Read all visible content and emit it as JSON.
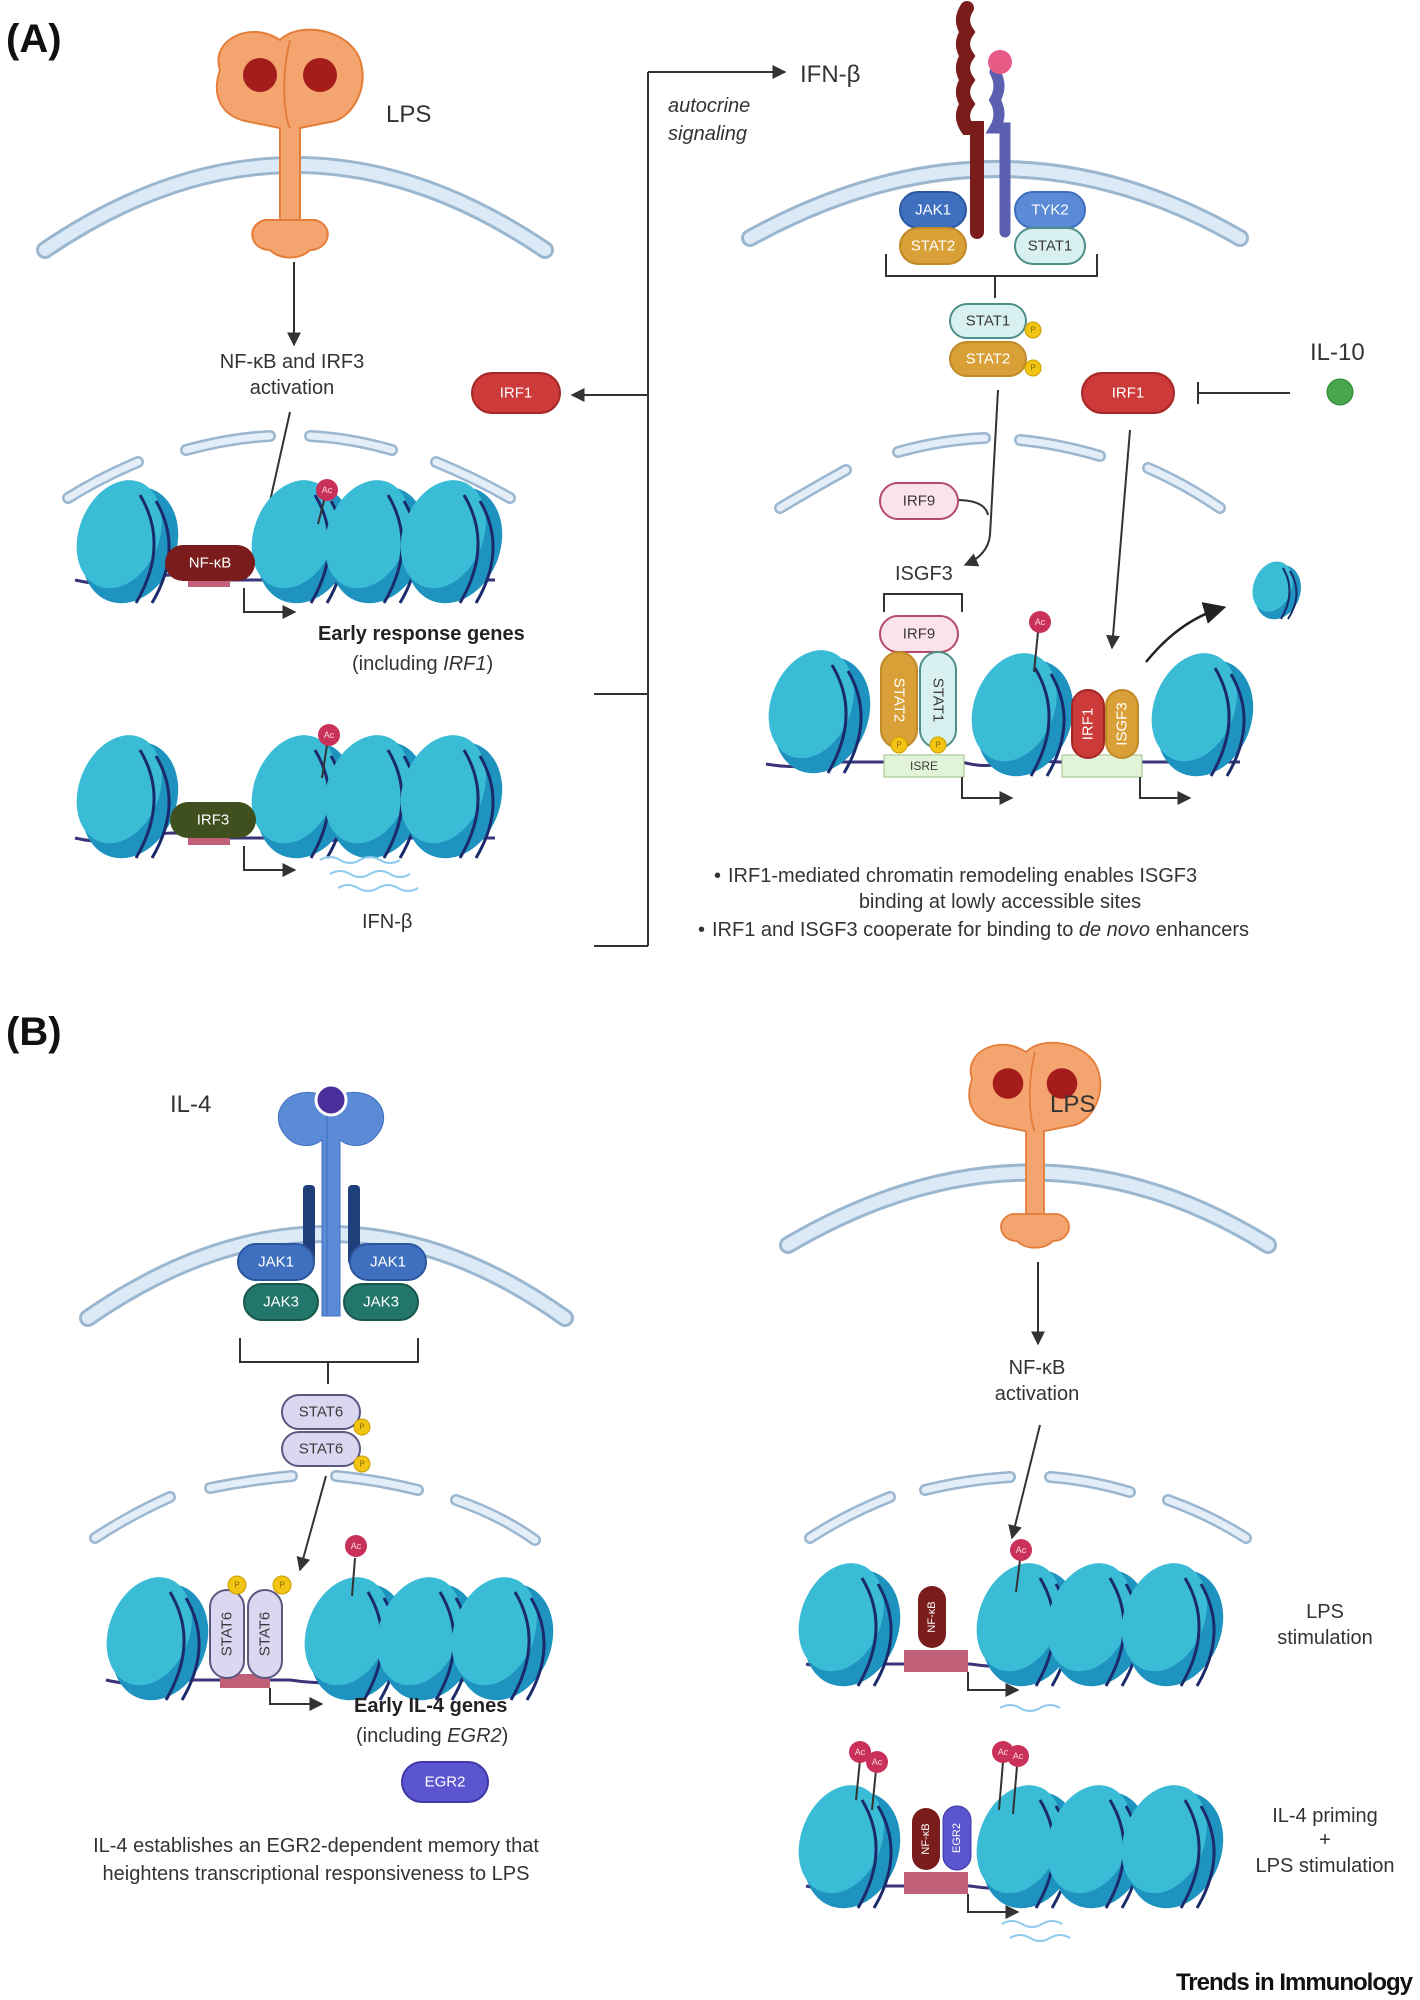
{
  "figure": {
    "journal": "Trends in Immunology",
    "panels": {
      "A": {
        "label": "(A)",
        "left": {
          "ligand": "LPS",
          "activation_line1": "NF-κB and IRF3",
          "activation_line2": "activation",
          "factor_top": "NF-κB",
          "factor_bottom": "IRF3",
          "acetyl": "Ac",
          "genes_bold": "Early response genes",
          "genes_paren_prefix": "(including ",
          "genes_paren_italic": "IRF1",
          "genes_paren_suffix": ")",
          "transcript": "IFN-β",
          "irf1_product": "IRF1"
        },
        "connector": {
          "autocrine_line1": "autocrine",
          "autocrine_line2": "signaling",
          "target": "IFN-β"
        },
        "right": {
          "kinase_left": "JAK1",
          "kinase_right": "TYK2",
          "stat_left": "STAT2",
          "stat_right": "STAT1",
          "dimer_top": "STAT1",
          "dimer_bottom": "STAT2",
          "phospho": "P",
          "irf9": "IRF9",
          "complex": "ISGF3",
          "isre": "ISRE",
          "irf1": "IRF1",
          "isgf3": "ISGF3",
          "inhibitor": "IL-10",
          "acetyl": "Ac",
          "bullets": [
            {
              "line1": "IRF1-mediated chromatin remodeling enables ISGF3",
              "line2": "binding at lowly accessible sites"
            },
            {
              "prefix": "IRF1 and ISGF3 cooperate for binding to ",
              "italic": "de novo",
              "suffix": " enhancers"
            }
          ]
        }
      },
      "B": {
        "label": "(B)",
        "left": {
          "ligand": "IL-4",
          "kinase_top_left": "JAK1",
          "kinase_top_right": "JAK1",
          "kinase_bottom_left": "JAK3",
          "kinase_bottom_right": "JAK3",
          "stat_top": "STAT6",
          "stat_bottom": "STAT6",
          "phospho": "P",
          "acetyl": "Ac",
          "genes_bold": "Early IL-4 genes",
          "genes_paren_prefix": "(including ",
          "genes_paren_italic": "EGR2",
          "genes_paren_suffix": ")",
          "egr2": "EGR2",
          "summary_line1": "IL-4 establishes an EGR2-dependent memory that",
          "summary_line2": "heightens transcriptional responsiveness to LPS"
        },
        "right": {
          "ligand": "LPS",
          "activation_line1": "NF-κB",
          "activation_line2": "activation",
          "nfkb": "NF-κB",
          "egr2": "EGR2",
          "acetyl": "Ac",
          "condition1_line1": "LPS",
          "condition1_line2": "stimulation",
          "condition2_line1": "IL-4 priming",
          "condition2_line2": "+",
          "condition2_line3": "LPS stimulation"
        }
      }
    },
    "colors": {
      "nucleosome_light": "#3bbcd6",
      "nucleosome_dark": "#1e93bf",
      "nfkb": "#7a1c1c",
      "irf3": "#3f4f1e",
      "irf1": "#cc3a3a",
      "stat2": "#d9a038",
      "stat1": "#d8f0ef",
      "jak1": "#3f70c0",
      "tyk2": "#5b8ad6",
      "jak3": "#22776a",
      "stat6": "#dcd7f0",
      "egr2": "#5b55cf",
      "irf9": "#fbe3ea",
      "acetyl": "#c9315a",
      "phospho": "#f2c514",
      "il10": "#4aa64a",
      "lps_receptor": "#f4a46e",
      "membrane": "#dceaf7"
    }
  }
}
